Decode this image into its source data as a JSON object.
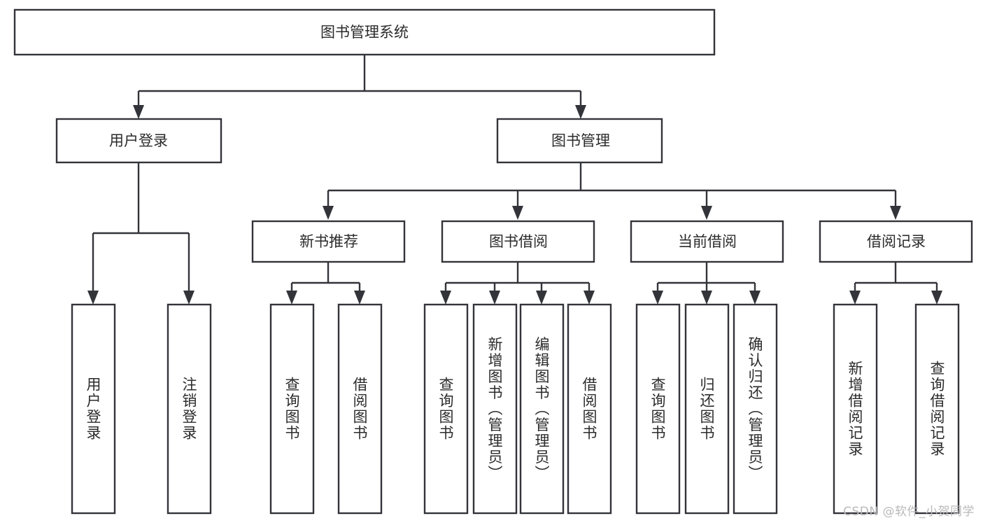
{
  "diagram": {
    "title": "图书管理系统",
    "type": "tree",
    "root": {
      "id": "root",
      "label": "图书管理系统"
    },
    "level2": [
      {
        "id": "user-login",
        "label": "用户登录"
      },
      {
        "id": "book-manage",
        "label": "图书管理"
      }
    ],
    "level3": [
      {
        "id": "new-book-recommend",
        "label": "新书推荐",
        "parent": "book-manage"
      },
      {
        "id": "book-borrow",
        "label": "图书借阅",
        "parent": "book-manage"
      },
      {
        "id": "current-borrow",
        "label": "当前借阅",
        "parent": "book-manage"
      },
      {
        "id": "borrow-record",
        "label": "借阅记录",
        "parent": "book-manage"
      }
    ],
    "leaves": {
      "user-login": [
        {
          "id": "leaf-user-login",
          "label": "用户登录"
        },
        {
          "id": "leaf-logout",
          "label": "注销登录"
        }
      ],
      "new-book-recommend": [
        {
          "id": "leaf-query-book-1",
          "label": "查询图书"
        },
        {
          "id": "leaf-borrow-book-1",
          "label": "借阅图书"
        }
      ],
      "book-borrow": [
        {
          "id": "leaf-query-book-2",
          "label": "查询图书"
        },
        {
          "id": "leaf-add-book",
          "label": "新增图书（管理员）"
        },
        {
          "id": "leaf-edit-book",
          "label": "编辑图书（管理员）"
        },
        {
          "id": "leaf-borrow-book-2",
          "label": "借阅图书"
        }
      ],
      "current-borrow": [
        {
          "id": "leaf-query-book-3",
          "label": "查询图书"
        },
        {
          "id": "leaf-return-book",
          "label": "归还图书"
        },
        {
          "id": "leaf-confirm-return",
          "label": "确认归还（管理员）"
        }
      ],
      "borrow-record": [
        {
          "id": "leaf-add-record",
          "label": "新增借阅记录"
        },
        {
          "id": "leaf-query-record",
          "label": "查询借阅记录"
        }
      ]
    },
    "colors": {
      "stroke": "#33343a",
      "fill": "#ffffff",
      "text": "#2b2b2b",
      "watermark": "#b9b9b9",
      "background": "#ffffff"
    }
  },
  "watermark": {
    "text": "CSDN @软件_小贺同学"
  }
}
